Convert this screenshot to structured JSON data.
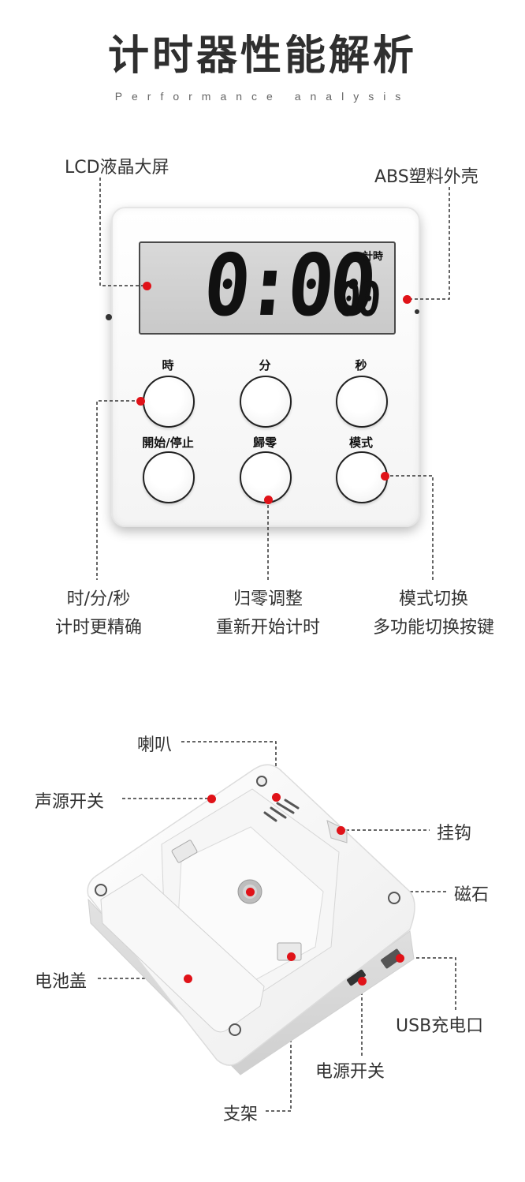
{
  "header": {
    "title": "计时器性能解析",
    "subtitle": "Performance analysis"
  },
  "front": {
    "display": {
      "digits": "0:00",
      "seconds": "00",
      "mode_tag": "計時"
    },
    "buttons": [
      {
        "label": "時"
      },
      {
        "label": "分"
      },
      {
        "label": "秒"
      },
      {
        "label": "開始/停止"
      },
      {
        "label": "歸零"
      },
      {
        "label": "模式"
      }
    ],
    "callouts": {
      "lcd": "LCD液晶大屏",
      "shell": "ABS塑料外壳",
      "hms_line1": "时/分/秒",
      "hms_line2": "计时更精确",
      "reset_line1": "归零调整",
      "reset_line2": "重新开始计时",
      "mode_line1": "模式切换",
      "mode_line2": "多功能切换按键"
    }
  },
  "back": {
    "callouts": {
      "speaker": "喇叭",
      "sound_switch": "声源开关",
      "hook": "挂钩",
      "magnet": "磁石",
      "battery_cover": "电池盖",
      "usb": "USB充电口",
      "power_switch": "电源开关",
      "stand": "支架"
    }
  },
  "colors": {
    "accent": "#e01218",
    "text": "#333333"
  }
}
